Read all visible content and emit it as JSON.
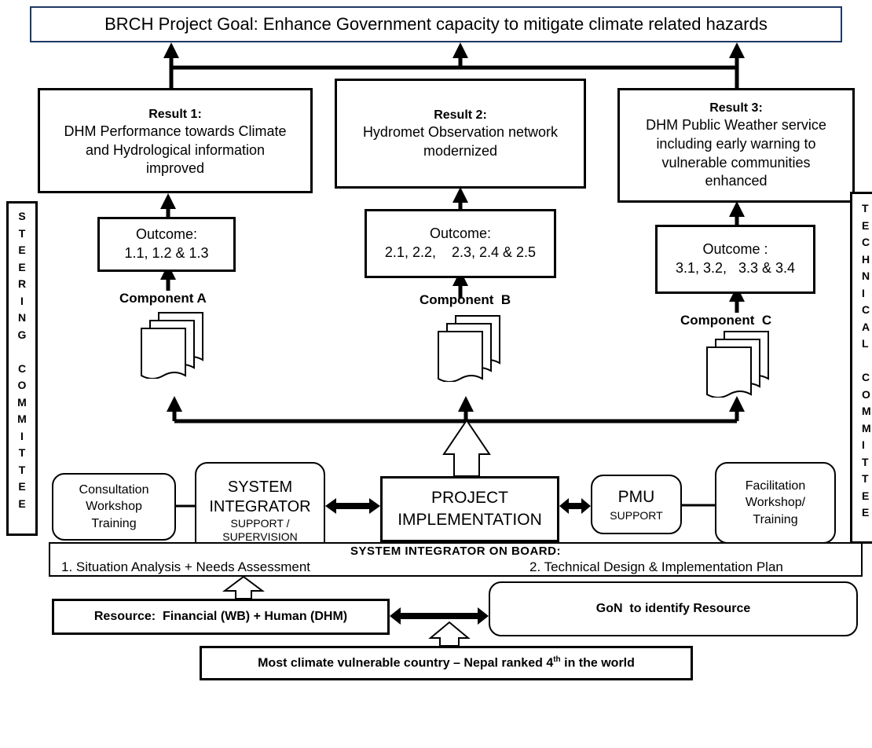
{
  "goal": "BRCH Project Goal:  Enhance Government capacity to mitigate climate related hazards",
  "results": [
    {
      "title": "Result 1:",
      "lines": [
        "DHM Performance towards Climate",
        "and Hydrological information",
        "improved"
      ]
    },
    {
      "title": "Result 2:",
      "lines": [
        "Hydromet Observation network",
        "modernized"
      ]
    },
    {
      "title": "Result 3:",
      "lines": [
        "DHM Public Weather service",
        "including early warning to",
        "vulnerable communities",
        "enhanced"
      ]
    }
  ],
  "outcomes": [
    {
      "label": "Outcome:",
      "values": "1.1, 1.2 & 1.3"
    },
    {
      "label": "Outcome:",
      "values": "2.1, 2.2,    2.3, 2.4 & 2.5"
    },
    {
      "label": "Outcome :",
      "values": "3.1, 3.2,   3.3 & 3.4"
    }
  ],
  "components": [
    "Component A",
    "Component  B",
    "Component  C"
  ],
  "steering_committee": [
    "S",
    "T",
    "E",
    "E",
    "R",
    "I",
    "N",
    "G",
    "",
    "C",
    "O",
    "M",
    "M",
    "I",
    "T",
    "T",
    "E",
    "E"
  ],
  "technical_committee": [
    "T",
    "E",
    "C",
    "H",
    "N",
    "I",
    "C",
    "A",
    "L",
    "",
    "C",
    "O",
    "M",
    "M",
    "I",
    "T",
    "T",
    "E",
    "E"
  ],
  "consultation": [
    "Consultation",
    "Workshop",
    "Training"
  ],
  "system_integrator": {
    "title1": "SYSTEM",
    "title2": "INTEGRATOR",
    "sub1": "SUPPORT /",
    "sub2": "SUPERVISION"
  },
  "project_implementation": [
    "PROJECT",
    "IMPLEMENTATION"
  ],
  "pmu": {
    "title": "PMU",
    "sub": "SUPPORT"
  },
  "facilitation": [
    "Facilitation",
    "Workshop/",
    "Training"
  ],
  "onboard": {
    "title": "SYSTEM INTEGRATOR ON BOARD:",
    "item1": "1. Situation Analysis + Needs Assessment",
    "item2": "2. Technical Design & Implementation Plan"
  },
  "resource": "Resource:  Financial (WB) + Human (DHM)",
  "gon": "GoN  to identify Resource",
  "vulnerable": {
    "text": "Most climate vulnerable country – Nepal ranked 4",
    "sup": "th",
    "tail": " in the world"
  }
}
